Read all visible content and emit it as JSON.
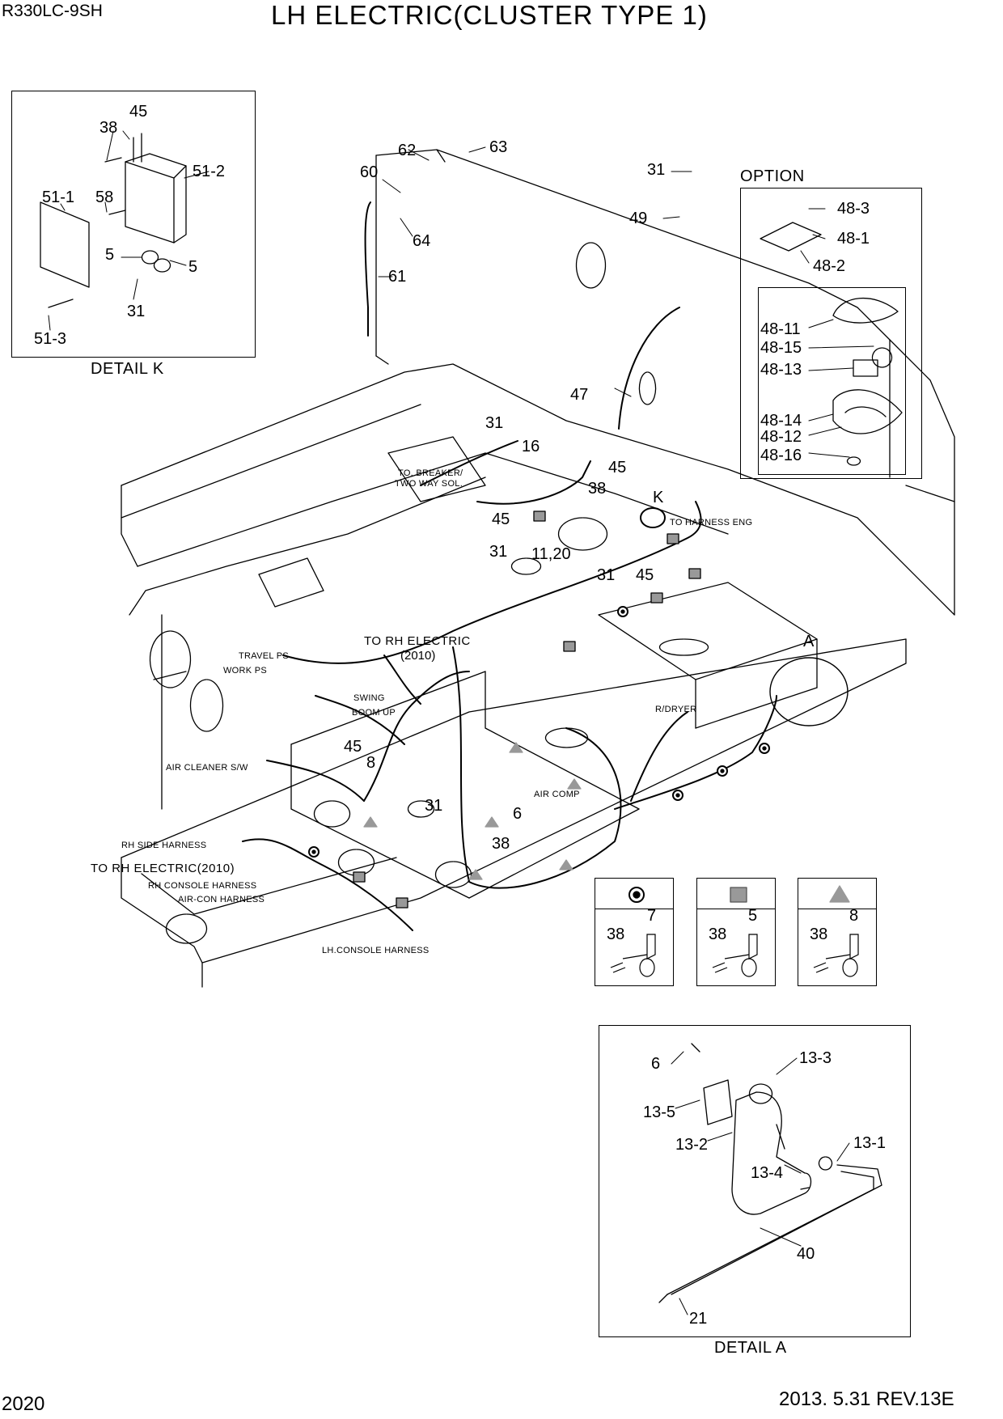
{
  "header": {
    "model": "R330LC-9SH",
    "title": "LH ELECTRIC(CLUSTER TYPE 1)"
  },
  "footer": {
    "page": "2020",
    "revision": "2013. 5.31  REV.13E"
  },
  "detail_k": {
    "caption": "DETAIL K",
    "labels": [
      "45",
      "38",
      "51-2",
      "51-1",
      "58",
      "5",
      "5",
      "31",
      "51-3"
    ]
  },
  "option": {
    "caption": "OPTION",
    "labels": [
      "48-3",
      "48-1",
      "48-2",
      "48-11",
      "48-15",
      "48-13",
      "48-14",
      "48-12",
      "48-16"
    ]
  },
  "main": {
    "labels": [
      "62",
      "63",
      "60",
      "64",
      "61",
      "31",
      "49",
      "47",
      "31",
      "16",
      "45",
      "38",
      "K",
      "45",
      "31",
      "11,20",
      "31",
      "45",
      "A",
      "45",
      "8",
      "31",
      "6",
      "38"
    ],
    "annotations": {
      "breaker": "TO. BREAKER/",
      "two_way": "TWO WAY SOL.",
      "harness_eng": "TO HARNESS ENG",
      "rh_electric": "TO RH ELECTRIC",
      "rh_electric_code": "(2010)",
      "travel_ps": "TRAVEL PS",
      "work_ps": "WORK PS",
      "swing": "SWING",
      "boom_up": "BOOM UP",
      "air_cleaner": "AIR CLEANER S/W",
      "r_dryer": "R/DRYER",
      "air_comp": "AIR COMP",
      "rh_side": "RH SIDE HARNESS",
      "rh_electric_2010": "TO RH ELECTRIC(2010)",
      "rh_console": "RH CONSOLE HARNESS",
      "air_con": "AIR-CON HARNESS",
      "lh_console": "LH.CONSOLE HARNESS"
    }
  },
  "legend": [
    {
      "symbol": "circle-dot",
      "labels": [
        "38",
        "7"
      ]
    },
    {
      "symbol": "square",
      "labels": [
        "38",
        "5"
      ]
    },
    {
      "symbol": "triangle",
      "labels": [
        "38",
        "8"
      ]
    }
  ],
  "detail_a": {
    "caption": "DETAIL  A",
    "labels": [
      "6",
      "13-3",
      "13-5",
      "13-2",
      "13-1",
      "13-4",
      "40",
      "21"
    ]
  }
}
